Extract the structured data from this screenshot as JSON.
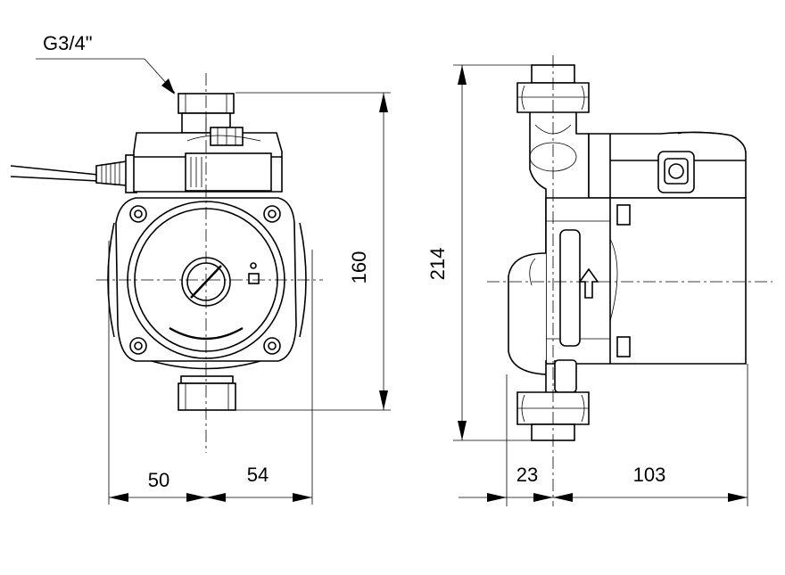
{
  "thread_label": "G3/4\"",
  "dimensions": {
    "front_height": "160",
    "front_left_width": "50",
    "front_right_width": "54",
    "side_height": "214",
    "side_left_depth": "23",
    "side_right_depth": "103"
  },
  "icons": [
    "pump-front-view",
    "pump-side-view",
    "flow-direction-arrow-icon",
    "cable-gland-icon"
  ],
  "colors": {
    "line": "#000000",
    "background": "#ffffff"
  }
}
